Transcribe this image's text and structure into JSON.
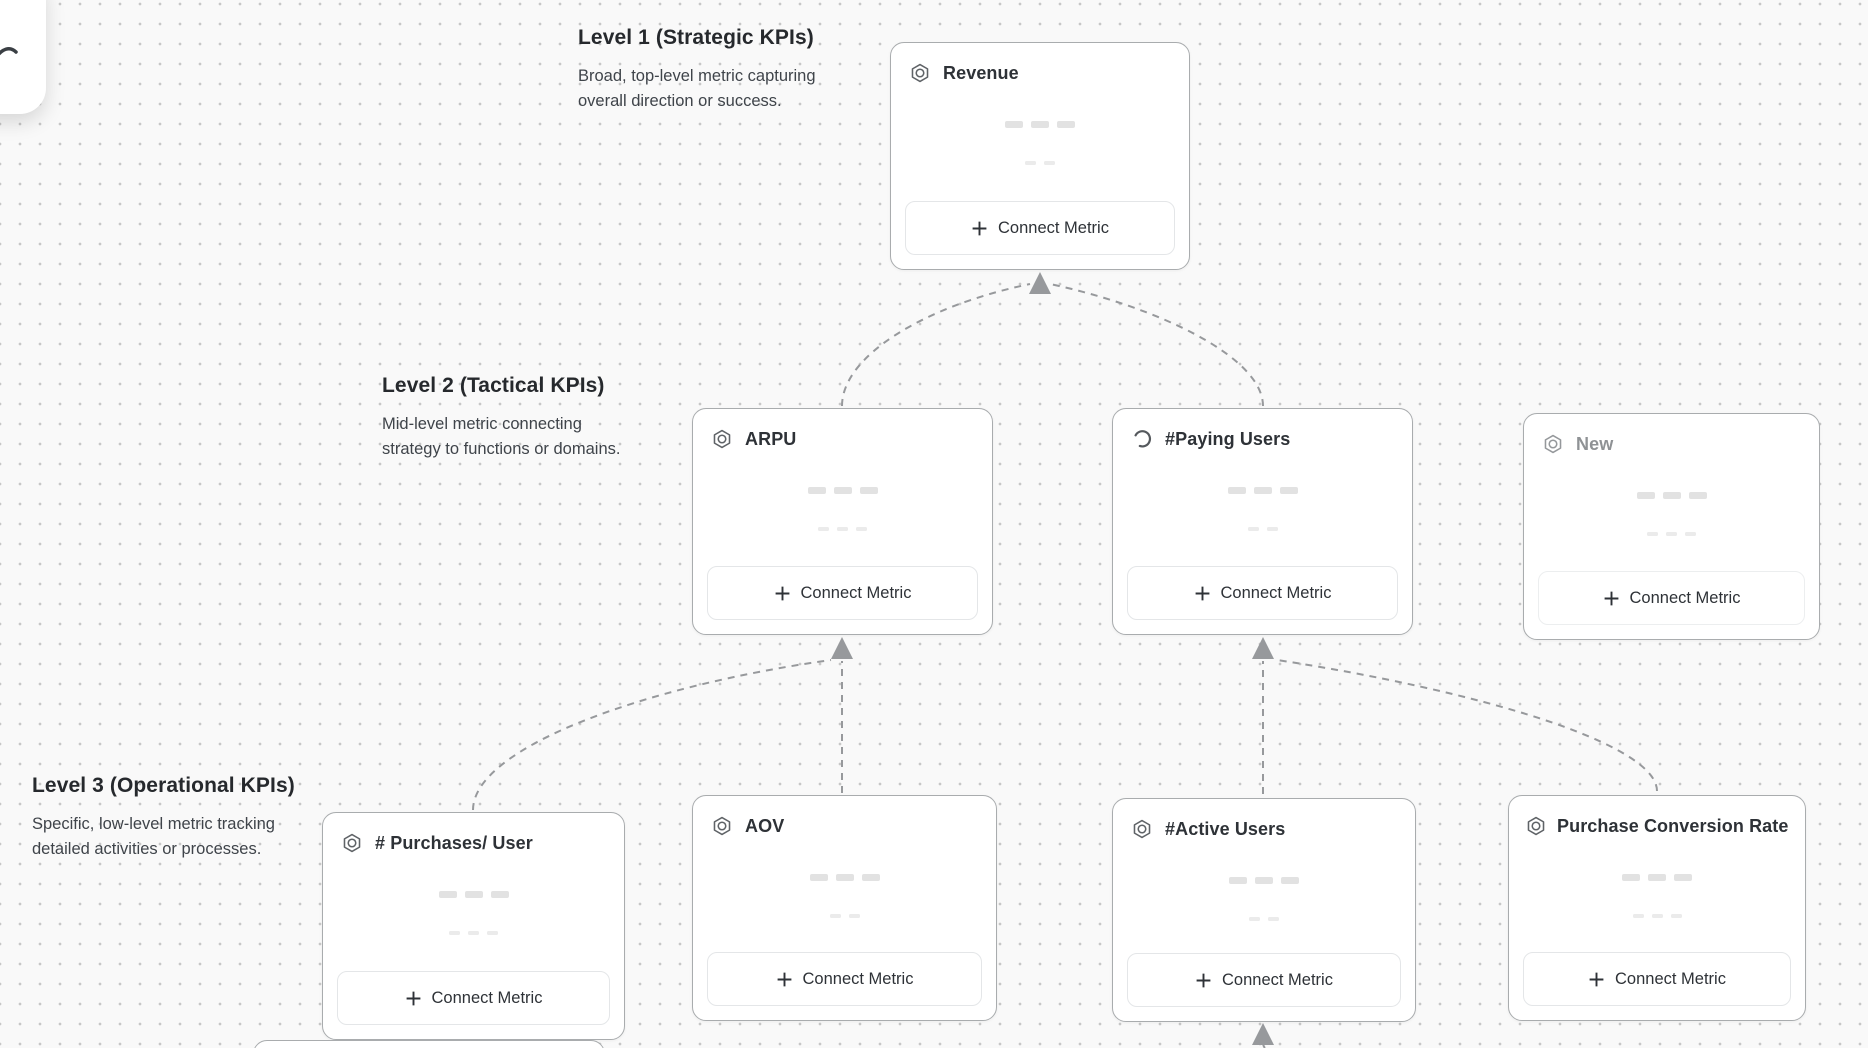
{
  "canvas": {
    "background_color": "#f9f9f9",
    "dot_color": "#c7c7c7",
    "connector_color": "#97999c"
  },
  "levels": [
    {
      "title": "Level 1 (Strategic KPIs)",
      "description": "Broad, top-level metric capturing\noverall direction or success."
    },
    {
      "title": "Level 2 (Tactical KPIs)",
      "description": "Mid-level metric connecting\nstrategy to functions or domains."
    },
    {
      "title": "Level 3 (Operational KPIs)",
      "description": "Specific, low-level metric tracking\ndetailed activities or processes."
    }
  ],
  "nodes": [
    {
      "title": "Revenue",
      "icon": "metric-hexagon-icon",
      "state": "default",
      "button_label": "Connect Metric"
    },
    {
      "title": "ARPU",
      "icon": "metric-hexagon-icon",
      "state": "default",
      "button_label": "Connect Metric"
    },
    {
      "title": "#Paying Users",
      "icon": "loading-spinner-icon",
      "state": "loading",
      "button_label": "Connect Metric"
    },
    {
      "title": "New",
      "icon": "metric-hexagon-icon",
      "state": "placeholder",
      "button_label": "Connect Metric"
    },
    {
      "title": "# Purchases/ User",
      "icon": "metric-hexagon-icon",
      "state": "default",
      "button_label": "Connect Metric"
    },
    {
      "title": "AOV",
      "icon": "metric-hexagon-icon",
      "state": "default",
      "button_label": "Connect Metric"
    },
    {
      "title": "#Active Users",
      "icon": "metric-hexagon-icon",
      "state": "default",
      "button_label": "Connect Metric"
    },
    {
      "title": "Purchase Conversion Rate",
      "icon": "metric-hexagon-icon",
      "state": "default",
      "button_label": "Connect Metric"
    }
  ],
  "edges": [
    {
      "from": "ARPU",
      "to": "Revenue"
    },
    {
      "from": "#Paying Users",
      "to": "Revenue"
    },
    {
      "from": "# Purchases/ User",
      "to": "ARPU"
    },
    {
      "from": "AOV",
      "to": "ARPU"
    },
    {
      "from": "#Active Users",
      "to": "#Paying Users"
    },
    {
      "from": "Purchase Conversion Rate",
      "to": "#Paying Users"
    },
    {
      "from": "offscreen-node",
      "to": "#Active Users"
    }
  ]
}
